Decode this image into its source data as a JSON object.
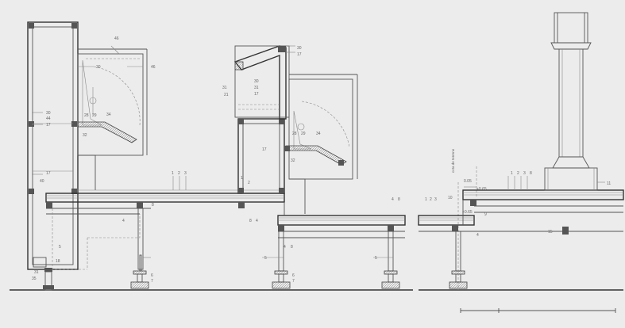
{
  "labels": {
    "l46a": "46",
    "l46b": "46",
    "l30a": "30",
    "l30b": "30",
    "l44": "44",
    "l17a": "17",
    "l28a": "28",
    "l29a": "29",
    "l34a": "34",
    "l32a": "32",
    "l17b": "17",
    "l40": "40",
    "l1a": "1",
    "l2a": "2",
    "l3a": "3",
    "l4a": "4",
    "l8a": "8",
    "l5a": "5",
    "l18": "18",
    "l31a": "31",
    "l35": "35",
    "l30c": "30",
    "l17c": "17",
    "l31b": "31",
    "l30d": "30",
    "l31c": "31",
    "l21": "21",
    "l17d": "17",
    "l17e": "17",
    "l28b": "28",
    "l29b": "29",
    "l34b": "34",
    "l32b": "32",
    "l1b": "1",
    "l2b": "2",
    "l8b": "8",
    "l4b": "4",
    "l4c": "4",
    "l8c": "8",
    "l4d": "4",
    "l8d": "8",
    "l5b": "5",
    "l5c": "5",
    "l6a": "6",
    "l7a": "7",
    "l6b": "6",
    "l7b": "7",
    "l1c": "1",
    "l2c": "2",
    "l3c": "3",
    "l10": "10",
    "l9": "9",
    "l4e": "4",
    "l1d": "1",
    "l2d": "2",
    "l3d": "3",
    "l8e": "8",
    "l11": "11",
    "l15": "15",
    "dim1": "0.05",
    "dim2": "+0.65",
    "dim3": "+0.65",
    "vert": "cota de terreno"
  }
}
